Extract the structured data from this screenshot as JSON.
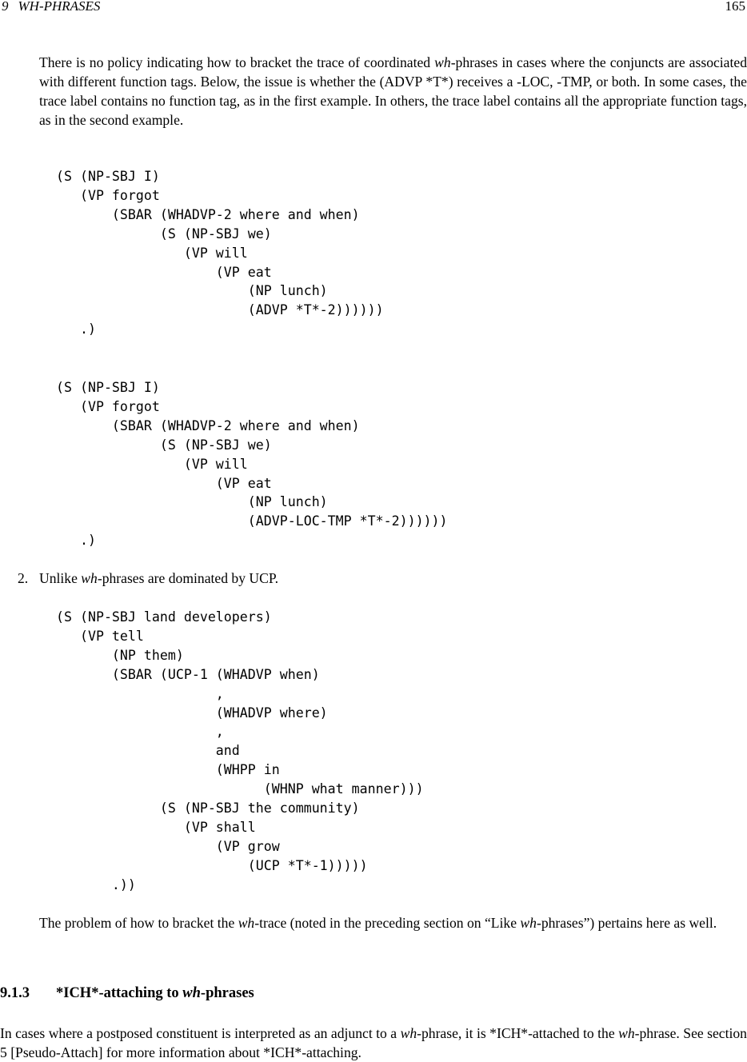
{
  "running_head": {
    "chapter_number": "9",
    "chapter_title": "WH-PHRASES",
    "page_number": "165"
  },
  "intro": {
    "p1": "There is no policy indicating how to bracket the trace of coordinated ",
    "p1_wh": "wh",
    "p2": "-phrases in cases where the conjuncts are associated with different function tags. Below, the issue is whether the (ADVP *T*) receives a -LOC, -TMP, or both. In some cases, the trace label contains no function tag, as in the first example. In others, the trace label contains all the appropriate function tags, as in the second example."
  },
  "example1": "(S (NP-SBJ I)\n   (VP forgot\n       (SBAR (WHADVP-2 where and when)\n             (S (NP-SBJ we)\n                (VP will\n                    (VP eat\n                        (NP lunch)\n                        (ADVP *T*-2))))))\n   .)",
  "example2": "(S (NP-SBJ I)\n   (VP forgot\n       (SBAR (WHADVP-2 where and when)\n             (S (NP-SBJ we)\n                (VP will\n                    (VP eat\n                        (NP lunch)\n                        (ADVP-LOC-TMP *T*-2))))))\n   .)",
  "item2": {
    "number": "2.",
    "text_before": "Unlike ",
    "wh": "wh",
    "text_after": "-phrases are dominated by UCP."
  },
  "example3": "(S (NP-SBJ land developers)\n   (VP tell\n       (NP them)\n       (SBAR (UCP-1 (WHADVP when)\n                    ,\n                    (WHADVP where)\n                    ,\n                    and\n                    (WHPP in\n                          (WHNP what manner)))\n             (S (NP-SBJ the community)\n                (VP shall\n                    (VP grow\n                        (UCP *T*-1)))))\n       .))",
  "problem": {
    "t1": "The problem of how to bracket the ",
    "wh1": "wh",
    "t2": "-trace (noted in the preceding section on “Like ",
    "wh2": "wh",
    "t3": "-phrases”) pertains here as well."
  },
  "section": {
    "number": "9.1.3",
    "title_before": "*ICH*-attaching to ",
    "title_wh": "wh",
    "title_after": "-phrases"
  },
  "closing": {
    "t1": "In cases where a postposed constituent is interpreted as an adjunct to a ",
    "wh1": "wh",
    "t2": "-phrase, it is *ICH*-attached to the ",
    "wh2": "wh",
    "t3": "-phrase. See section 5 [Pseudo-Attach] for more information about *ICH*-attaching."
  }
}
